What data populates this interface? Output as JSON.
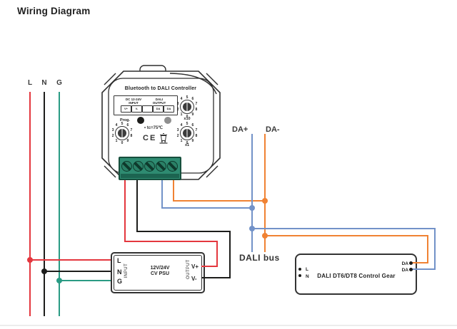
{
  "page": {
    "title": "Wiring Diagram"
  },
  "mains": {
    "l": "L",
    "n": "N",
    "g": "G"
  },
  "bus": {
    "da_plus": "DA+",
    "da_minus": "DA-",
    "label": "DALI bus"
  },
  "controller": {
    "title": "Bluetooth to DALI Controller",
    "input_title": "DC 12-24V",
    "input_subtitle": "INPUT",
    "input_terminals": [
      "V+",
      "V-"
    ],
    "output_title": "DALI",
    "output_subtitle": "OUTPUT",
    "output_terminals": [
      "DA",
      "DA"
    ],
    "prog_label": "Prog.",
    "tc_label": "• tc=75℃",
    "ce_mark": "CE",
    "rotary_digits": "0123456789",
    "rotary_x10": "x10",
    "rotary_x1": "x1"
  },
  "psu": {
    "terminals_in": [
      "L",
      "N",
      "G"
    ],
    "input_label": "INPUT",
    "name_line1": "12V/24V",
    "name_line2": "CV PSU",
    "output_label": "OUTPUT",
    "terminal_vplus": "V+",
    "terminal_vminus": "V-"
  },
  "gear": {
    "name": "DALI DT6/DT8 Control Gear",
    "terminal_l": "L",
    "terminal_n": "N",
    "terminal_da1": "DA",
    "terminal_da2": "DA"
  },
  "colors": {
    "live": "#e4373e",
    "neutral": "#1d1d1b",
    "ground": "#2a9b84",
    "da_plus": "#7292c8",
    "da_minus": "#f08233"
  }
}
